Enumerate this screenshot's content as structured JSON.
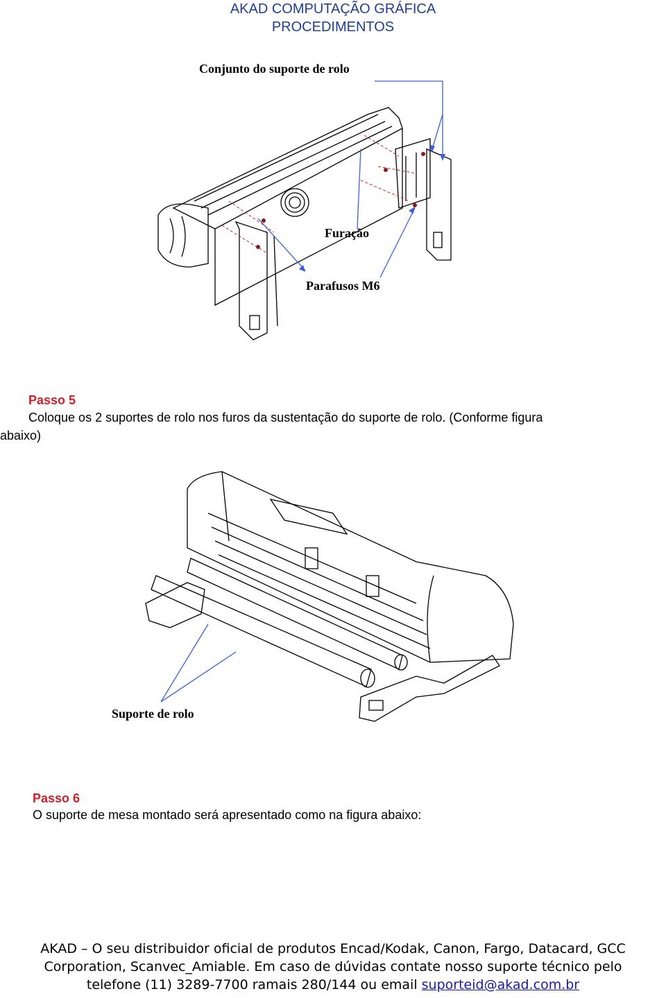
{
  "header": {
    "line1": "AKAD COMPUTAÇÃO GRÁFICA",
    "line2": "PROCEDIMENTOS"
  },
  "figure1": {
    "title": "Conjunto do suporte de rolo",
    "label_holes": "Furação",
    "label_screws": "Parafusos M6"
  },
  "step5": {
    "title": "Passo 5",
    "text_line1": "Coloque os 2 suportes de rolo nos furos da sustentação do suporte de rolo. (Conforme figura",
    "text_line2": "abaixo)"
  },
  "figure2": {
    "label": "Suporte de rolo"
  },
  "step6": {
    "title": "Passo 6",
    "text": "O suporte de mesa montado será apresentado como na figura abaixo:"
  },
  "footer": {
    "line1": "AKAD – O seu distribuidor oficial de produtos Encad/Kodak, Canon, Fargo, Datacard, GCC",
    "line2": "Corporation, Scanvec_Amiable. Em caso de dúvidas contate nosso suporte técnico pelo",
    "line3_prefix": "telefone (11) 3289-7700 ramais 280/144 ou email ",
    "email": "suporteid@akad.com.br"
  }
}
